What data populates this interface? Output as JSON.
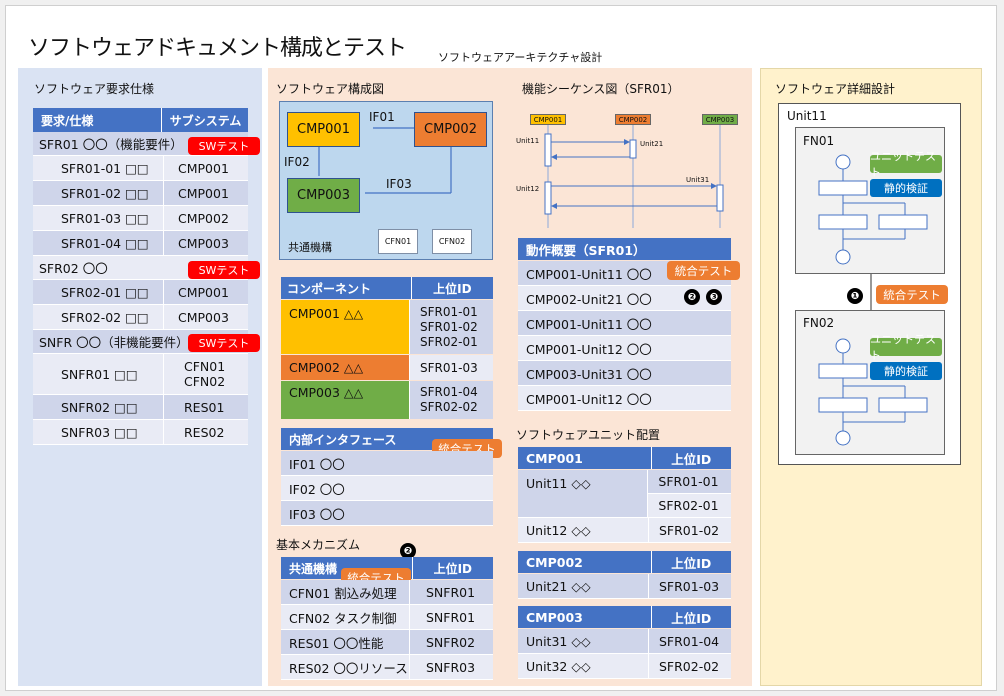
{
  "title": "ソフトウェアドキュメント構成とテスト",
  "arch_title": "ソフトウェアアーキテクチャ設計",
  "req": {
    "title": "ソフトウェア要求仕様",
    "header": [
      "要求/仕様",
      "サブシステム"
    ],
    "sw_test": "SWテスト",
    "groups": [
      {
        "label": "SFR01 〇〇（機能要件）",
        "rows": [
          [
            "SFR01-01 □□",
            "CMP001"
          ],
          [
            "SFR01-02 □□",
            "CMP001"
          ],
          [
            "SFR01-03 □□",
            "CMP002"
          ],
          [
            "SFR01-04 □□",
            "CMP003"
          ]
        ]
      },
      {
        "label": "SFR02 〇〇",
        "rows": [
          [
            "SFR02-01 □□",
            "CMP001"
          ],
          [
            "SFR02-02 □□",
            "CMP003"
          ]
        ]
      },
      {
        "label": "SNFR 〇〇（非機能要件）",
        "rows": [
          [
            "SNFR01 □□",
            "CFN01\nCFN02"
          ],
          [
            "SNFR02 □□",
            "RES01"
          ],
          [
            "SNFR03 □□",
            "RES02"
          ]
        ]
      }
    ]
  },
  "struct": {
    "title": "ソフトウェア構成図",
    "cmp001": "CMP001",
    "cmp002": "CMP002",
    "cmp003": "CMP003",
    "if01": "IF01",
    "if02": "IF02",
    "if03": "IF03",
    "common": "共通機構",
    "cfn01": "CFN01",
    "cfn02": "CFN02"
  },
  "comp_table": {
    "header": [
      "コンポーネント",
      "上位ID"
    ],
    "rows": [
      {
        "name": "CMP001 △△",
        "ids": "SFR01-01\nSFR01-02\nSFR02-01",
        "color": "#ffc000"
      },
      {
        "name": "CMP002 △△",
        "ids": "SFR01-03",
        "color": "#ed7d31"
      },
      {
        "name": "CMP003 △△",
        "ids": "SFR01-04\nSFR02-02",
        "color": "#70ad47"
      }
    ]
  },
  "if_table": {
    "header": "内部インタフェース",
    "rows": [
      "IF01 〇〇",
      "IF02 〇〇",
      "IF03 〇〇"
    ]
  },
  "mech": {
    "title": "基本メカニズム",
    "header": [
      "共通機構",
      "上位ID"
    ],
    "rows": [
      [
        "CFN01 割込み処理",
        "SNFR01"
      ],
      [
        "CFN02 タスク制御",
        "SNFR01"
      ],
      [
        "RES01 〇〇性能",
        "SNFR02"
      ],
      [
        "RES02 〇〇リソース",
        "SNFR03"
      ]
    ]
  },
  "seq": {
    "title": "機能シーケンス図（SFR01）",
    "cmp001": "CMP001",
    "cmp002": "CMP002",
    "cmp003": "CMP003",
    "unit11": "Unit11",
    "unit21": "Unit21",
    "unit12": "Unit12",
    "unit31": "Unit31"
  },
  "ops": {
    "header": "動作概要（SFR01）",
    "rows": [
      "CMP001-Unit11 〇〇",
      "CMP002-Unit21 〇〇",
      "CMP001-Unit11 〇〇",
      "CMP001-Unit12 〇〇",
      "CMP003-Unit31 〇〇",
      "CMP001-Unit12 〇〇"
    ]
  },
  "units": {
    "title": "ソフトウェアユニット配置",
    "id_header": "上位ID",
    "cmp001": {
      "name": "CMP001",
      "rows": [
        [
          "Unit11 ◇◇",
          "SFR01-01"
        ],
        [
          "",
          "SFR02-01"
        ],
        [
          "Unit12 ◇◇",
          "SFR01-02"
        ]
      ]
    },
    "cmp002": {
      "name": "CMP002",
      "rows": [
        [
          "Unit21 ◇◇",
          "SFR01-03"
        ]
      ]
    },
    "cmp003": {
      "name": "CMP003",
      "rows": [
        [
          "Unit31 ◇◇",
          "SFR01-04"
        ],
        [
          "Unit32 ◇◇",
          "SFR02-02"
        ]
      ]
    }
  },
  "detail": {
    "title": "ソフトウェア詳細設計",
    "unit11": "Unit11",
    "fn01": "FN01",
    "fn02": "FN02",
    "unit_test": "ユニットテスト",
    "static": "静的検証"
  },
  "int_test": "統合テスト",
  "nums": [
    "❶",
    "❷",
    "❸"
  ]
}
